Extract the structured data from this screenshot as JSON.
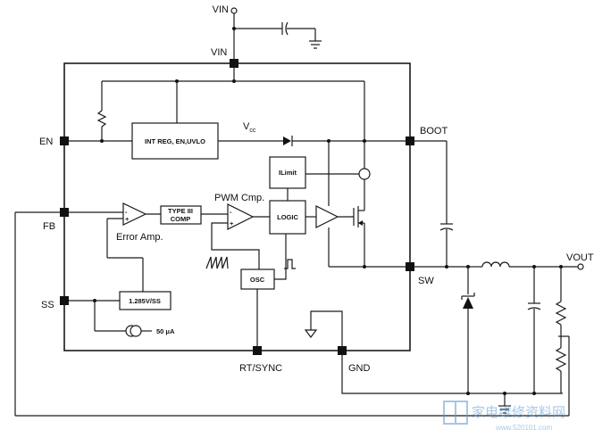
{
  "pins": {
    "vin_top": "VIN",
    "vin_pin": "VIN",
    "en": "EN",
    "fb": "FB",
    "ss": "SS",
    "boot": "BOOT",
    "sw": "SW",
    "rt_sync": "RT/SYNC",
    "gnd": "GND",
    "vout": "VOUT"
  },
  "blocks": {
    "int_reg": "INT REG, EN,UVLO",
    "vcc": "V",
    "vcc_sub": "cc",
    "ilimit": "ILimit",
    "logic": "LOGIC",
    "osc": "OSC",
    "comp_line1": "TYPE III",
    "comp_line2": "COMP",
    "ref": "1.285V/SS",
    "current": "50 μA",
    "pwm_cmp": "PWM Cmp.",
    "error_amp": "Error Amp.",
    "ea_minus": "-",
    "ea_plus": "+",
    "pwm_minus": "-",
    "pwm_plus": "+"
  },
  "watermark": {
    "text": "家电维修资料网",
    "url": "www.520101.com"
  }
}
